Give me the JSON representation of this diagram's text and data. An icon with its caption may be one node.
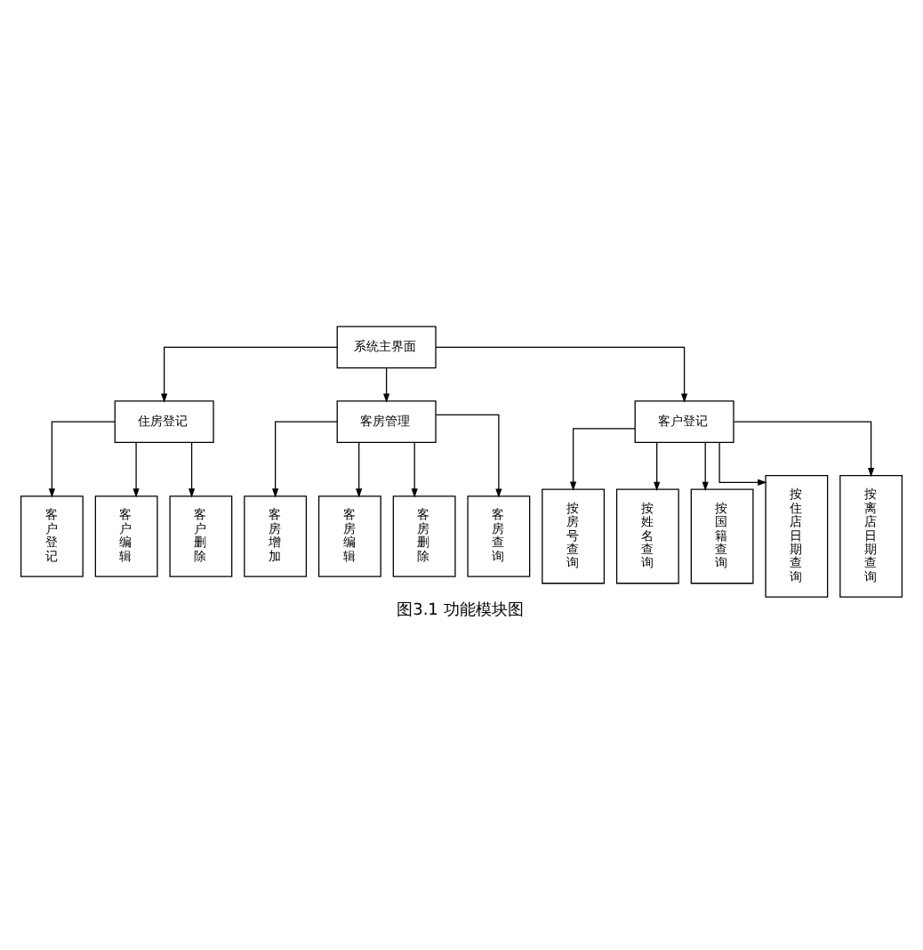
{
  "diagram": {
    "caption": "图3.1 功能模块图",
    "nodes": [
      {
        "text": [
          "系统主界面"
        ]
      },
      {
        "text": [
          "住房登记"
        ]
      },
      {
        "text": [
          "客房管理"
        ]
      },
      {
        "text": [
          "客户登记"
        ]
      },
      {
        "text": [
          "客户登记"
        ]
      },
      {
        "text": [
          "客户编辑"
        ]
      },
      {
        "text": [
          "客户删除"
        ]
      },
      {
        "text": [
          "客房增加"
        ]
      },
      {
        "text": [
          "客房编辑"
        ]
      },
      {
        "text": [
          "客房删除"
        ]
      },
      {
        "text": [
          "客房查询"
        ]
      },
      {
        "text": [
          "按房号查询"
        ]
      },
      {
        "text": [
          "按姓名查询"
        ]
      },
      {
        "text": [
          "按国籍查询"
        ]
      },
      {
        "text": [
          "按住店日期查询"
        ]
      },
      {
        "text": [
          "按离店日期查询"
        ]
      }
    ],
    "edges": [
      {
        "from": 0,
        "to": 1,
        "arrow": "to"
      },
      {
        "from": 0,
        "to": 2,
        "arrow": "to"
      },
      {
        "from": 0,
        "to": 3,
        "arrow": "to"
      },
      {
        "from": 1,
        "to": 4,
        "arrow": "to"
      },
      {
        "from": 1,
        "to": 5,
        "arrow": "to"
      },
      {
        "from": 1,
        "to": 6,
        "arrow": "to"
      },
      {
        "from": 2,
        "to": 7,
        "arrow": "to"
      },
      {
        "from": 2,
        "to": 8,
        "arrow": "to"
      },
      {
        "from": 2,
        "to": 9,
        "arrow": "to"
      },
      {
        "from": 2,
        "to": 10,
        "arrow": "to"
      },
      {
        "from": 3,
        "to": 11,
        "arrow": "to"
      },
      {
        "from": 3,
        "to": 12,
        "arrow": "to"
      },
      {
        "from": 3,
        "to": 13,
        "arrow": "to"
      },
      {
        "from": 3,
        "to": 14,
        "arrow": "to"
      },
      {
        "from": 3,
        "to": 15,
        "arrow": "to"
      }
    ]
  }
}
